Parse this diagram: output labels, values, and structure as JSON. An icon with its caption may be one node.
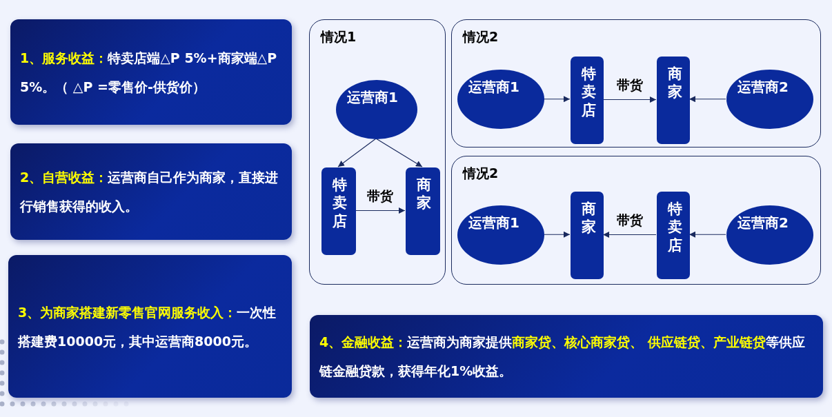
{
  "diagram": {
    "nodes": [
      {
        "text": [
          "**1、服务收益：**特卖店端△P 5%+商家端△P 5%。（ △P =零售价-供货价）"
        ]
      },
      {
        "text": [
          "**2、自营收益：**运营商自己作为商家，直接进行销售获得的收入。"
        ]
      },
      {
        "text": [
          "**3、为商家搭建新零售官网服务收入：**一次性搭建费10000元，其中运营商8000元。"
        ]
      },
      {
        "text": [
          "情况1"
        ]
      },
      {
        "text": [
          "运营商1"
        ],
        "in": 3
      },
      {
        "text": [
          "特卖店"
        ],
        "in": 3
      },
      {
        "text": [
          "商家"
        ],
        "in": 3
      },
      {
        "text": [
          "情况2"
        ]
      },
      {
        "text": [
          "运营商1"
        ],
        "in": 7
      },
      {
        "text": [
          "特卖店"
        ],
        "in": 7
      },
      {
        "text": [
          "商家"
        ],
        "in": 7
      },
      {
        "text": [
          "运营商2"
        ],
        "in": 7
      },
      {
        "text": [
          "情况2"
        ]
      },
      {
        "text": [
          "运营商1"
        ],
        "in": 12
      },
      {
        "text": [
          "商家"
        ],
        "in": 12
      },
      {
        "text": [
          "特卖店"
        ],
        "in": 12
      },
      {
        "text": [
          "运营商2"
        ],
        "in": 12
      },
      {
        "text": [
          "**4、金融收益：**运营商为商家提供**商家贷、核心商家贷、 供应链贷、产业链贷**等供应链金融贷款，获得年化1%收益。"
        ]
      }
    ],
    "edges": [
      {
        "from": 4,
        "to": 5,
        "arrow": "to"
      },
      {
        "from": 4,
        "to": 6,
        "arrow": "to"
      },
      {
        "from": 5,
        "to": 6,
        "arrow": "to",
        "label": "带货"
      },
      {
        "from": 8,
        "to": 9,
        "arrow": "to"
      },
      {
        "from": 9,
        "to": 10,
        "arrow": "to",
        "label": "带货"
      },
      {
        "from": 11,
        "to": 10,
        "arrow": "to"
      },
      {
        "from": 13,
        "to": 14,
        "arrow": "to"
      },
      {
        "from": 15,
        "to": 14,
        "arrow": "to",
        "label": "带货"
      },
      {
        "from": 16,
        "to": 15,
        "arrow": "to"
      }
    ]
  }
}
